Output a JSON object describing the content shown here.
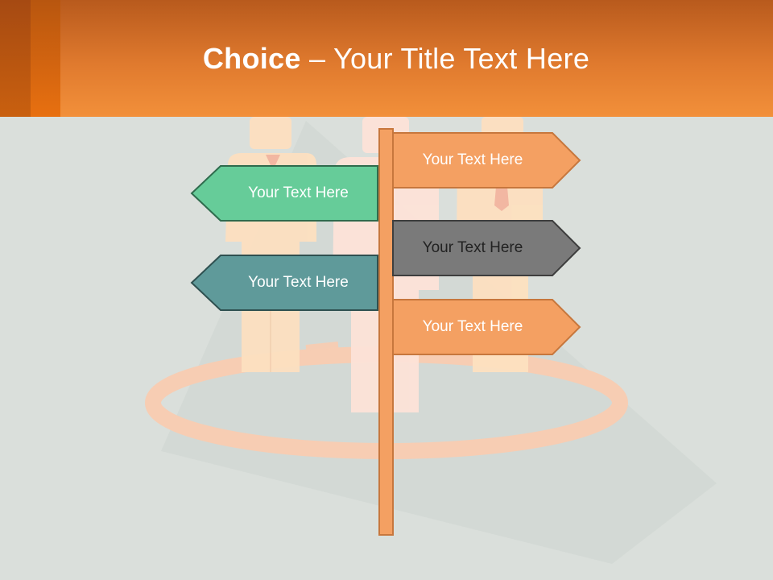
{
  "slide": {
    "title_bold": "Choice",
    "title_separator": " – ",
    "title_rest": "Your Title Text Here"
  },
  "signs": [
    {
      "label": "Your Text Here",
      "direction": "right",
      "color": "#f4a062"
    },
    {
      "label": "Your Text Here",
      "direction": "left",
      "color": "#66cc99"
    },
    {
      "label": "Your Text Here",
      "direction": "right",
      "color": "#7a7a7a"
    },
    {
      "label": "Your Text Here",
      "direction": "left",
      "color": "#5f9a9a"
    },
    {
      "label": "Your Text Here",
      "direction": "right",
      "color": "#f4a062"
    }
  ],
  "colors": {
    "header": "#f08a33",
    "background": "#dadfdb",
    "post": "#f4a062"
  }
}
